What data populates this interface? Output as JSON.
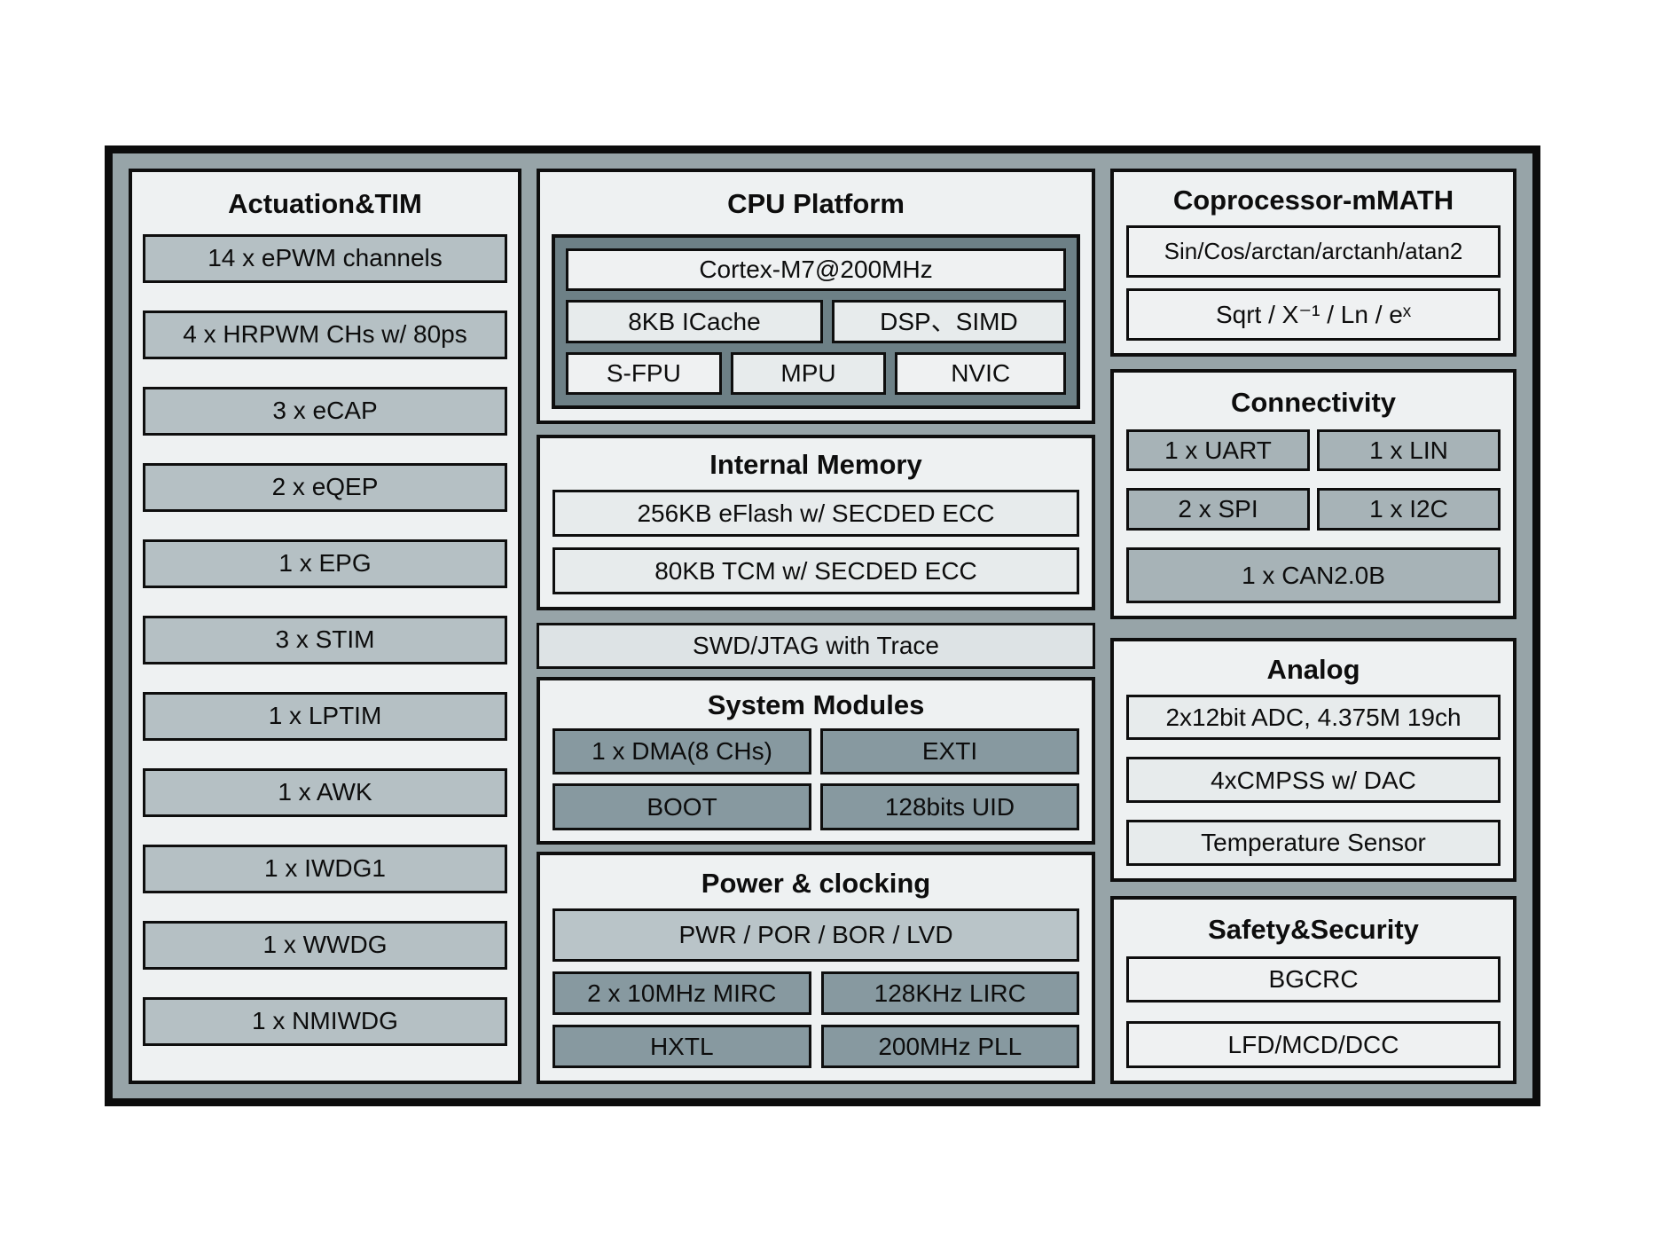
{
  "diagram": {
    "actuation": {
      "title": "Actuation&TIM",
      "items": [
        "14 x ePWM channels",
        "4 x HRPWM CHs w/ 80ps",
        "3 x eCAP",
        "2 x eQEP",
        "1 x EPG",
        "3 x STIM",
        "1 x LPTIM",
        "1 x AWK",
        "1 x IWDG1",
        "1 x WWDG",
        "1 x NMIWDG"
      ]
    },
    "cpu_platform": {
      "title": "CPU Platform",
      "core": "Cortex-M7@200MHz",
      "icache": "8KB ICache",
      "dsp": "DSP、SIMD",
      "sfpu": "S-FPU",
      "mpu": "MPU",
      "nvic": "NVIC"
    },
    "internal_memory": {
      "title": "Internal Memory",
      "items": [
        "256KB eFlash w/ SECDED ECC",
        "80KB TCM w/ SECDED ECC"
      ]
    },
    "debug_bar": "SWD/JTAG with Trace",
    "system_modules": {
      "title": "System Modules",
      "cells": [
        "1 x DMA(8 CHs)",
        "EXTI",
        "BOOT",
        "128bits UID"
      ]
    },
    "power_clocking": {
      "title": "Power & clocking",
      "bar": "PWR / POR / BOR / LVD",
      "cells": [
        "2 x 10MHz MIRC",
        "128KHz LIRC",
        "HXTL",
        "200MHz PLL"
      ]
    },
    "coprocessor": {
      "title": "Coprocessor-mMATH",
      "items": [
        "Sin/Cos/arctan/arctanh/atan2",
        "Sqrt / X⁻¹ / Ln / eˣ"
      ]
    },
    "connectivity": {
      "title": "Connectivity",
      "grid": [
        "1 x UART",
        "1 x LIN",
        "2 x SPI",
        "1 x I2C"
      ],
      "wide": "1 x CAN2.0B"
    },
    "analog": {
      "title": "Analog",
      "items": [
        "2x12bit ADC, 4.375M 19ch",
        "4xCMPSS w/ DAC",
        "Temperature Sensor"
      ]
    },
    "safety": {
      "title": "Safety&Security",
      "items": [
        "BGCRC",
        "LFD/MCD/DCC"
      ]
    }
  },
  "colors": {
    "frame_background": "#97a4a8",
    "panel_background": "#eef1f2",
    "actuation_item": "#b5c0c4",
    "connectivity_item": "#a7b3b7",
    "system_cell": "#8799a0",
    "pwr_bar": "#b9c4c8",
    "light_item": "#e7ebec",
    "cpu_inner_background": "#6d8086",
    "border": "#0e0e0e"
  }
}
